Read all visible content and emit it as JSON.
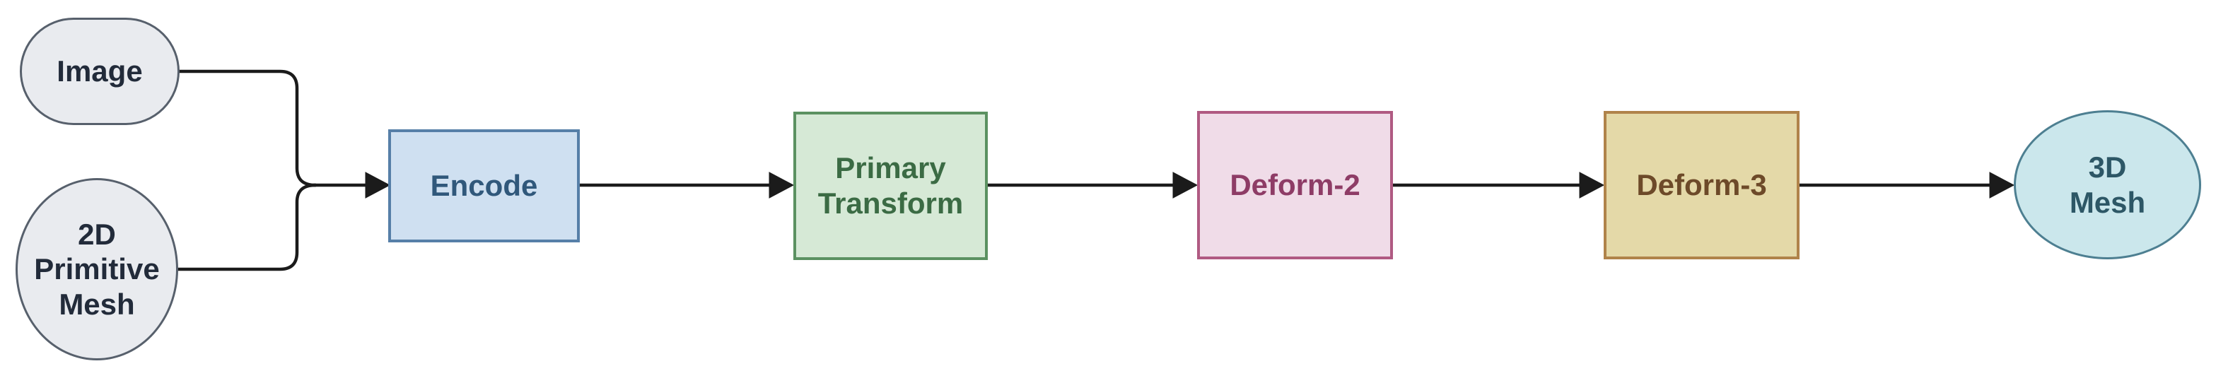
{
  "diagram": {
    "type": "flowchart",
    "direction": "left-to-right",
    "edge_color": "#1b1b1b",
    "nodes": [
      {
        "id": "image",
        "label": "Image",
        "shape": "stadium",
        "fill": "#e9ebef",
        "border": "#57606c",
        "text_color": "#222b3a"
      },
      {
        "id": "primitive-mesh",
        "label": "2D Primitive Mesh",
        "shape": "circle",
        "fill": "#e9ebef",
        "border": "#57606c",
        "text_color": "#222b3a",
        "lines": [
          "2D",
          "Primitive",
          "Mesh"
        ]
      },
      {
        "id": "encode",
        "label": "Encode",
        "shape": "rect",
        "fill": "#cfe0f1",
        "border": "#567fa8",
        "text_color": "#30587b"
      },
      {
        "id": "primary-transform",
        "label": "Primary Transform",
        "shape": "rect",
        "fill": "#d6e9d6",
        "border": "#5b9161",
        "text_color": "#3b6b44",
        "lines": [
          "Primary",
          "Transform"
        ]
      },
      {
        "id": "deform-2",
        "label": "Deform-2",
        "shape": "rect",
        "fill": "#f0dce8",
        "border": "#b05a82",
        "text_color": "#8e3c66"
      },
      {
        "id": "deform-3",
        "label": "Deform-3",
        "shape": "rect",
        "fill": "#e4d9a8",
        "border": "#b0834a",
        "text_color": "#6d4a29"
      },
      {
        "id": "3d-mesh",
        "label": "3D Mesh",
        "shape": "ellipse",
        "fill": "#cbe7ec",
        "border": "#4d7f91",
        "text_color": "#2d5766",
        "lines": [
          "3D",
          "Mesh"
        ]
      }
    ],
    "edges": [
      {
        "from": "image",
        "to": "encode"
      },
      {
        "from": "primitive-mesh",
        "to": "encode"
      },
      {
        "from": "encode",
        "to": "primary-transform"
      },
      {
        "from": "primary-transform",
        "to": "deform-2"
      },
      {
        "from": "deform-2",
        "to": "deform-3"
      },
      {
        "from": "deform-3",
        "to": "3d-mesh"
      }
    ]
  }
}
